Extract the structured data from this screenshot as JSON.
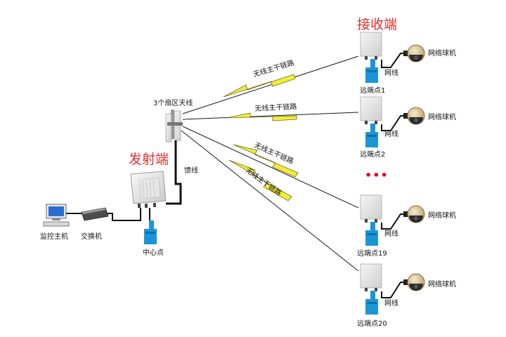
{
  "titles": {
    "receiver": "接收端",
    "transmitter": "发射端"
  },
  "labels": {
    "antenna": "3个扇区天线",
    "feeder": "馈线",
    "center": "中心点",
    "monitor_host": "监控主机",
    "switch": "交换机",
    "network_cable": "网线",
    "camera": "网络球机",
    "ellipsis": "•••"
  },
  "links": [
    {
      "label": "无线主干链路"
    },
    {
      "label": "无线主干链路"
    },
    {
      "label": "无线主干链路"
    },
    {
      "label": "无线主干链路"
    }
  ],
  "remotes": [
    {
      "name": "远端点1",
      "cable": "网线",
      "camera": "网络球机"
    },
    {
      "name": "远端点2",
      "cable": "网线",
      "camera": "网络球机"
    },
    {
      "name": "远端点19",
      "cable": "网线",
      "camera": "网络球机"
    },
    {
      "name": "远端点20",
      "cable": "网线",
      "camera": "网络球机"
    }
  ],
  "colors": {
    "title_red": "#e0312b",
    "lightning_yellow": "#f2ee3a",
    "lightning_outline": "#6f6c12",
    "device_blue": "#1a96d8",
    "cable": "#111111"
  }
}
